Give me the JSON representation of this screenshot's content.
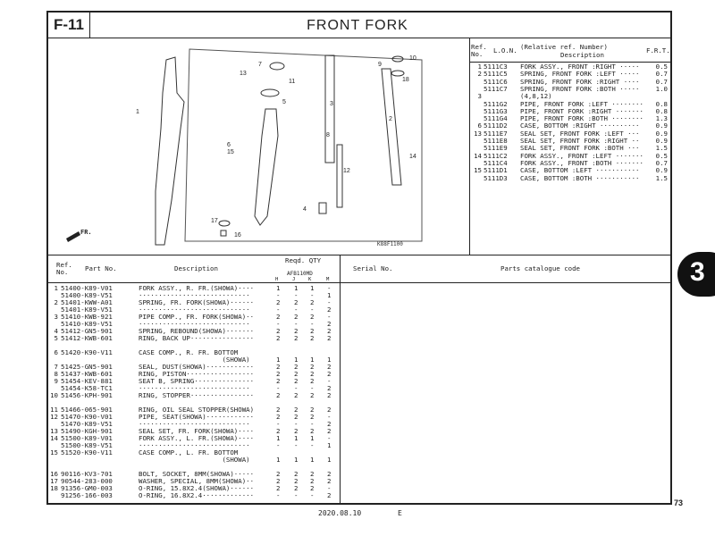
{
  "header": {
    "code": "F-11",
    "title": "FRONT FORK"
  },
  "diagram": {
    "callouts": [
      "1",
      "2",
      "3",
      "4",
      "5",
      "6",
      "7",
      "8",
      "9",
      "10",
      "11",
      "12",
      "13",
      "14",
      "15",
      "16",
      "17",
      "18"
    ],
    "code": "K88F1100",
    "direction": "FR."
  },
  "frt_table": {
    "headers": {
      "ref": "Ref.\nNo.",
      "lon": "L.O.N.",
      "desc_top": "(Relative ref. Number)",
      "desc": "Description",
      "frt": "F.R.T."
    },
    "rows": [
      {
        "ref": "1",
        "lon": "5111C3",
        "desc": "FORK ASSY., FRONT :RIGHT ·····",
        "frt": "0.5"
      },
      {
        "ref": "2",
        "lon": "5111C5",
        "desc": "SPRING, FRONT FORK :LEFT ·····",
        "frt": "0.7"
      },
      {
        "ref": "",
        "lon": "5111C6",
        "desc": "SPRING, FRONT FORK :RIGHT ····",
        "frt": "0.7"
      },
      {
        "ref": "",
        "lon": "5111C7",
        "desc": "SPRING, FRONT FORK :BOTH ·····",
        "frt": "1.0"
      },
      {
        "ref": "3",
        "lon": "",
        "desc": "(4,8,12)",
        "frt": ""
      },
      {
        "ref": "",
        "lon": "5111G2",
        "desc": "PIPE, FRONT FORK :LEFT ········",
        "frt": "0.8"
      },
      {
        "ref": "",
        "lon": "5111G3",
        "desc": "PIPE, FRONT FORK :RIGHT ·······",
        "frt": "0.8"
      },
      {
        "ref": "",
        "lon": "5111G4",
        "desc": "PIPE, FRONT FORK :BOTH ········",
        "frt": "1.3"
      },
      {
        "ref": "6",
        "lon": "5111D2",
        "desc": "CASE, BOTTOM :RIGHT ··········",
        "frt": "0.9"
      },
      {
        "ref": "13",
        "lon": "5111E7",
        "desc": "SEAL SET, FRONT FORK :LEFT ···",
        "frt": "0.9"
      },
      {
        "ref": "",
        "lon": "5111E8",
        "desc": "SEAL SET, FRONT FORK :RIGHT ··",
        "frt": "0.9"
      },
      {
        "ref": "",
        "lon": "5111E9",
        "desc": "SEAL SET, FRONT FORK :BOTH ···",
        "frt": "1.5"
      },
      {
        "ref": "14",
        "lon": "5111C2",
        "desc": "FORK ASSY., FRONT :LEFT ·······",
        "frt": "0.5"
      },
      {
        "ref": "",
        "lon": "5111C4",
        "desc": "FORK ASSY., FRONT :BOTH ·······",
        "frt": "0.7"
      },
      {
        "ref": "15",
        "lon": "5111D1",
        "desc": "CASE, BOTTOM :LEFT ···········",
        "frt": "0.9"
      },
      {
        "ref": "",
        "lon": "5111D3",
        "desc": "CASE, BOTTOM :BOTH ···········",
        "frt": "1.5"
      }
    ]
  },
  "parts_table": {
    "headers": {
      "ref": "Ref.\nNo.",
      "part_no": "Part No.",
      "desc": "Description",
      "qty": "Reqd. QTY",
      "model": "AFB110MD",
      "cols": [
        "H",
        "J",
        "K",
        "M"
      ],
      "serial": "Serial No.",
      "catalogue": "Parts catalogue code"
    },
    "rows": [
      {
        "ref": "1",
        "part": "51400-K89-V01",
        "desc": "FORK ASSY., R. FR.(SHOWA)····",
        "q": [
          "1",
          "1",
          "1",
          "-"
        ]
      },
      {
        "ref": "",
        "part": "51400-K89-V51",
        "desc": "····························",
        "q": [
          "-",
          "-",
          "-",
          "1"
        ]
      },
      {
        "ref": "2",
        "part": "51401-KWW-A01",
        "desc": "SPRING, FR. FORK(SHOWA)······",
        "q": [
          "2",
          "2",
          "2",
          "-"
        ]
      },
      {
        "ref": "",
        "part": "51401-K89-V51",
        "desc": "····························",
        "q": [
          "-",
          "-",
          "-",
          "2"
        ]
      },
      {
        "ref": "3",
        "part": "51410-KWB-921",
        "desc": "PIPE COMP., FR. FORK(SHOWA)··",
        "q": [
          "2",
          "2",
          "2",
          "-"
        ]
      },
      {
        "ref": "",
        "part": "51410-K89-V51",
        "desc": "····························",
        "q": [
          "-",
          "-",
          "-",
          "2"
        ]
      },
      {
        "ref": "4",
        "part": "51412-GN5-901",
        "desc": "SPRING, REBOUND(SHOWA)·······",
        "q": [
          "2",
          "2",
          "2",
          "2"
        ]
      },
      {
        "ref": "5",
        "part": "51412-KWB-601",
        "desc": "RING, BACK UP················",
        "q": [
          "2",
          "2",
          "2",
          "2"
        ]
      },
      {
        "ref": "",
        "part": "",
        "desc": "",
        "q": [
          "",
          "",
          "",
          ""
        ]
      },
      {
        "ref": "6",
        "part": "51420-K90-V11",
        "desc": "CASE COMP., R. FR. BOTTOM",
        "q": [
          "",
          "",
          "",
          ""
        ]
      },
      {
        "ref": "",
        "part": "",
        "desc": "                     (SHOWA)",
        "q": [
          "1",
          "1",
          "1",
          "1"
        ]
      },
      {
        "ref": "7",
        "part": "51425-GN5-901",
        "desc": "SEAL, DUST(SHOWA)············",
        "q": [
          "2",
          "2",
          "2",
          "2"
        ]
      },
      {
        "ref": "8",
        "part": "51437-KWB-601",
        "desc": "RING, PISTON·················",
        "q": [
          "2",
          "2",
          "2",
          "2"
        ]
      },
      {
        "ref": "9",
        "part": "51454-KEV-881",
        "desc": "SEAT B, SPRING···············",
        "q": [
          "2",
          "2",
          "2",
          "-"
        ]
      },
      {
        "ref": "",
        "part": "51454-K58-TC1",
        "desc": "····························",
        "q": [
          "-",
          "-",
          "-",
          "2"
        ]
      },
      {
        "ref": "10",
        "part": "51456-KPH-901",
        "desc": "RING, STOPPER················",
        "q": [
          "2",
          "2",
          "2",
          "2"
        ]
      },
      {
        "ref": "",
        "part": "",
        "desc": "",
        "q": [
          "",
          "",
          "",
          ""
        ]
      },
      {
        "ref": "11",
        "part": "51466-065-901",
        "desc": "RING, OIL SEAL STOPPER(SHOWA)",
        "q": [
          "2",
          "2",
          "2",
          "2"
        ]
      },
      {
        "ref": "12",
        "part": "51470-K90-V01",
        "desc": "PIPE, SEAT(SHOWA)············",
        "q": [
          "2",
          "2",
          "2",
          "-"
        ]
      },
      {
        "ref": "",
        "part": "51470-K89-V51",
        "desc": "····························",
        "q": [
          "-",
          "-",
          "-",
          "2"
        ]
      },
      {
        "ref": "13",
        "part": "51490-KGH-901",
        "desc": "SEAL SET, FR. FORK(SHOWA)····",
        "q": [
          "2",
          "2",
          "2",
          "2"
        ]
      },
      {
        "ref": "14",
        "part": "51500-K89-V01",
        "desc": "FORK ASSY., L. FR.(SHOWA)····",
        "q": [
          "1",
          "1",
          "1",
          "-"
        ]
      },
      {
        "ref": "",
        "part": "51500-K89-V51",
        "desc": "····························",
        "q": [
          "-",
          "-",
          "-",
          "1"
        ]
      },
      {
        "ref": "15",
        "part": "51520-K90-V11",
        "desc": "CASE COMP., L. FR. BOTTOM",
        "q": [
          "",
          "",
          "",
          ""
        ]
      },
      {
        "ref": "",
        "part": "",
        "desc": "                     (SHOWA)",
        "q": [
          "1",
          "1",
          "1",
          "1"
        ]
      },
      {
        "ref": "",
        "part": "",
        "desc": "",
        "q": [
          "",
          "",
          "",
          ""
        ]
      },
      {
        "ref": "16",
        "part": "90116-KV3-701",
        "desc": "BOLT, SOCKET, 8MM(SHOWA)·····",
        "q": [
          "2",
          "2",
          "2",
          "2"
        ]
      },
      {
        "ref": "17",
        "part": "90544-283-000",
        "desc": "WASHER, SPECIAL, 8MM(SHOWA)··",
        "q": [
          "2",
          "2",
          "2",
          "2"
        ]
      },
      {
        "ref": "18",
        "part": "91356-GM0-003",
        "desc": "O-RING, 15.8X2.4(SHOWA)······",
        "q": [
          "2",
          "2",
          "2",
          "-"
        ]
      },
      {
        "ref": "",
        "part": "91256-166-003",
        "desc": "O-RING, 16.8X2.4·············",
        "q": [
          "-",
          "-",
          "-",
          "2"
        ]
      }
    ]
  },
  "footer": {
    "date": "2020.08.10",
    "edition": "E",
    "page": "73",
    "section_tab": "3"
  }
}
